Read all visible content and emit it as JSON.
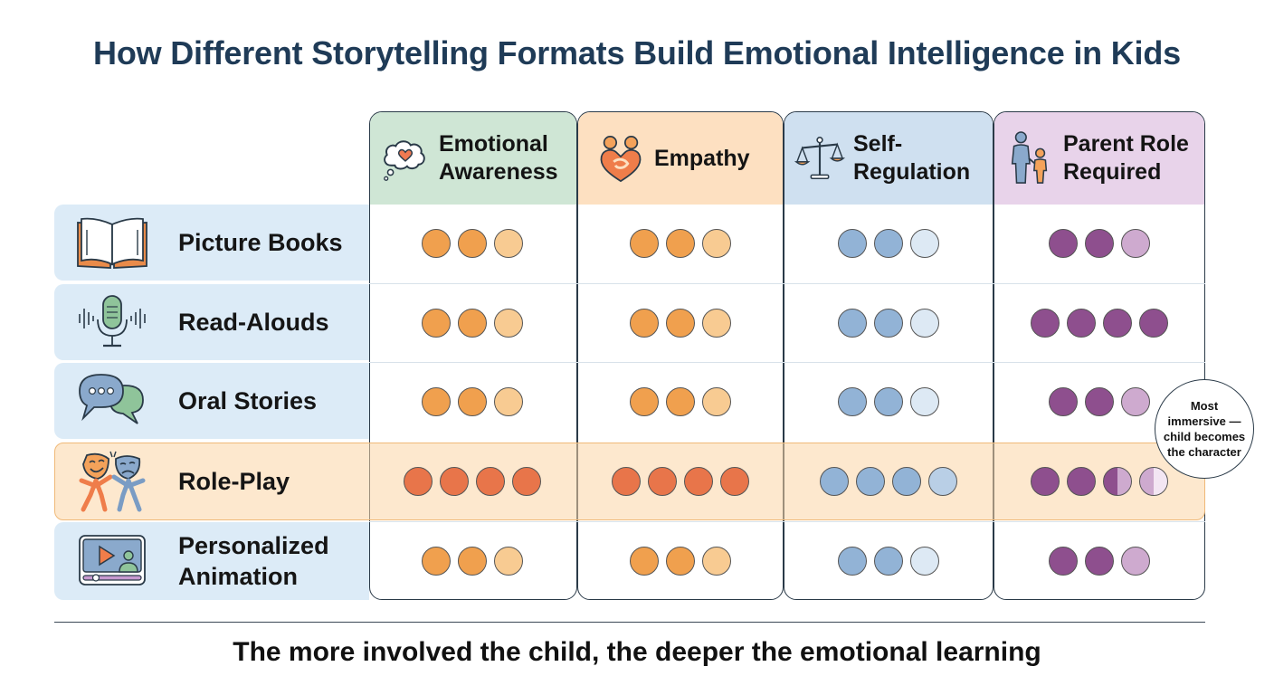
{
  "title": "How Different Storytelling Formats Build Emotional Intelligence in Kids",
  "footer": "The more involved the child, the deeper the emotional learning",
  "callout": "Most immersive — child becomes the character",
  "columns": [
    {
      "label": "Emotional Awareness",
      "icon": "thought-bubble-heart-icon",
      "header_color": "#cfe6d5",
      "dot_color": "#f0a04e",
      "dot_light": "#f8cb92",
      "dot_strong": "#e8754a"
    },
    {
      "label": "Empathy",
      "icon": "two-people-heart-icon",
      "header_color": "#fde0c1",
      "dot_color": "#f0a04e",
      "dot_light": "#f8cb92",
      "dot_strong": "#e8754a"
    },
    {
      "label": "Self-Regulation",
      "icon": "balance-scale-icon",
      "header_color": "#cfe0f0",
      "dot_color": "#92b3d6",
      "dot_light": "#dde9f4",
      "dot_strong": "#92b3d6"
    },
    {
      "label": "Parent Role Required",
      "icon": "parent-child-icon",
      "header_color": "#e8d3ea",
      "dot_color": "#8e4f8e",
      "dot_light": "#ceaacf",
      "dot_strong": "#8e4f8e"
    }
  ],
  "rows": [
    {
      "label": "Picture Books",
      "icon": "open-book-icon",
      "ratings": [
        [
          "full",
          "full",
          "light"
        ],
        [
          "full",
          "full",
          "light"
        ],
        [
          "full",
          "full",
          "light"
        ],
        [
          "full",
          "full",
          "light"
        ]
      ]
    },
    {
      "label": "Read-Alouds",
      "icon": "microphone-icon",
      "ratings": [
        [
          "full",
          "full",
          "light"
        ],
        [
          "full",
          "full",
          "light"
        ],
        [
          "full",
          "full",
          "light"
        ],
        [
          "full",
          "full",
          "full",
          "full"
        ]
      ]
    },
    {
      "label": "Oral Stories",
      "icon": "speech-bubbles-icon",
      "ratings": [
        [
          "full",
          "full",
          "light"
        ],
        [
          "full",
          "full",
          "light"
        ],
        [
          "full",
          "full",
          "light"
        ],
        [
          "full",
          "full",
          "light"
        ]
      ]
    },
    {
      "label": "Role-Play",
      "icon": "theater-masks-icon",
      "highlight": true,
      "ratings": [
        [
          "strong",
          "strong",
          "strong",
          "strong"
        ],
        [
          "strong",
          "strong",
          "strong",
          "strong"
        ],
        [
          "full",
          "full",
          "full",
          "pale"
        ],
        [
          "full",
          "full",
          "half",
          "halflight"
        ]
      ]
    },
    {
      "label": "Personalized Animation",
      "icon": "video-player-icon",
      "ratings": [
        [
          "full",
          "full",
          "light"
        ],
        [
          "full",
          "full",
          "light"
        ],
        [
          "full",
          "full",
          "light"
        ],
        [
          "full",
          "full",
          "light"
        ]
      ]
    }
  ],
  "colors": {
    "title": "#1f3b57",
    "row_header_bg": "#dcebf7",
    "row_header_highlight": "#fcd6a8",
    "dot_pale_blue": "#b9cfe6"
  }
}
